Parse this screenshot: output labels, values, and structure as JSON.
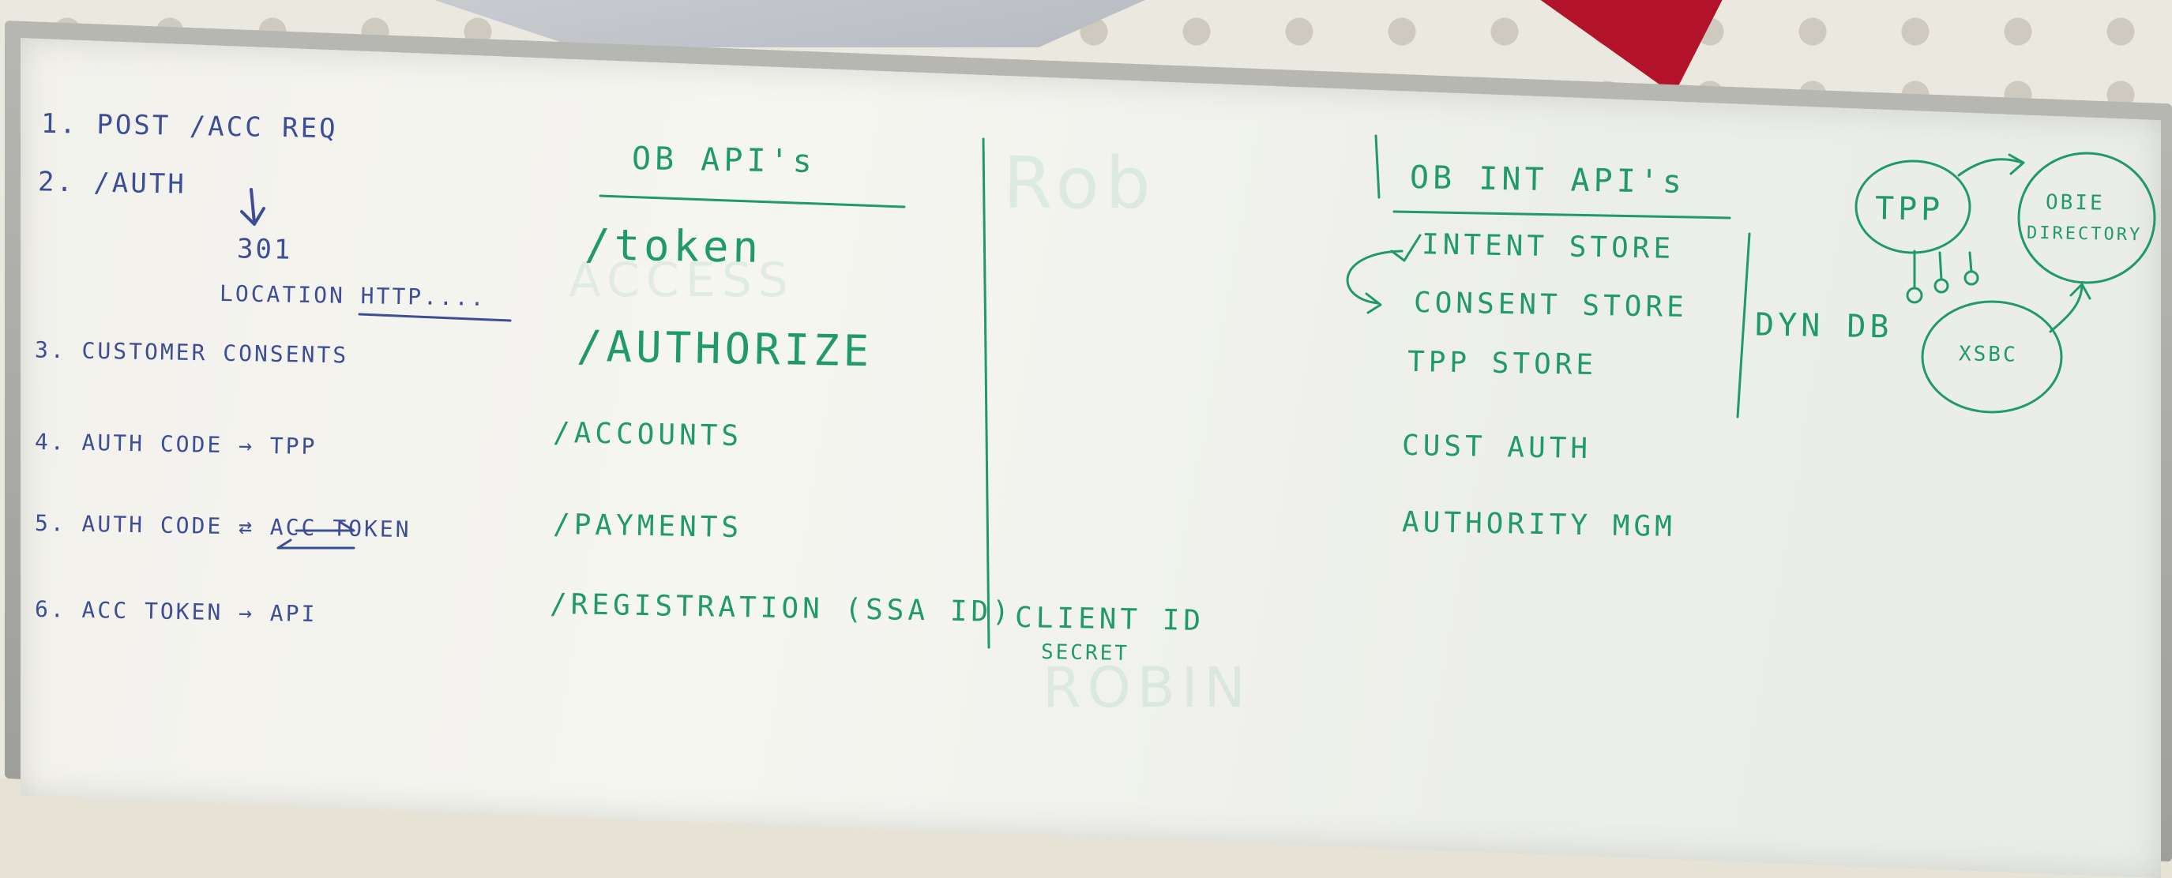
{
  "steps": {
    "s1": "1. POST /ACC REQ",
    "s2": "2. /AUTH",
    "s2_code": "301",
    "s2_loc": "LOCATION HTTP....",
    "s3": "3. CUSTOMER CONSENTS",
    "s4": "4. AUTH CODE → TPP",
    "s5": "5. AUTH CODE ⇄ ACC TOKEN",
    "s6": "6. ACC TOKEN → API"
  },
  "ob_apis": {
    "header": "OB API's",
    "items": [
      "/token",
      "/AUTHORIZE",
      "/ACCOUNTS",
      "/PAYMENTS",
      "/REGISTRATION (SSA ID)"
    ],
    "client_id": "CLIENT ID",
    "client_secret": "SECRET"
  },
  "ob_int_apis": {
    "header": "OB INT API's",
    "items": [
      "INTENT STORE",
      "CONSENT STORE",
      "TPP STORE",
      "CUST AUTH",
      "AUTHORITY MGM"
    ],
    "dyndb": "DYN DB"
  },
  "nodes": {
    "tpp": "TPP",
    "obie_line1": "OBIE",
    "obie_line2": "DIRECTORY",
    "xsbc": "XSBC"
  },
  "colors": {
    "blue_marker": "#3d4d96",
    "green_marker": "#1f9a68",
    "red_accent": "#b3122b"
  }
}
